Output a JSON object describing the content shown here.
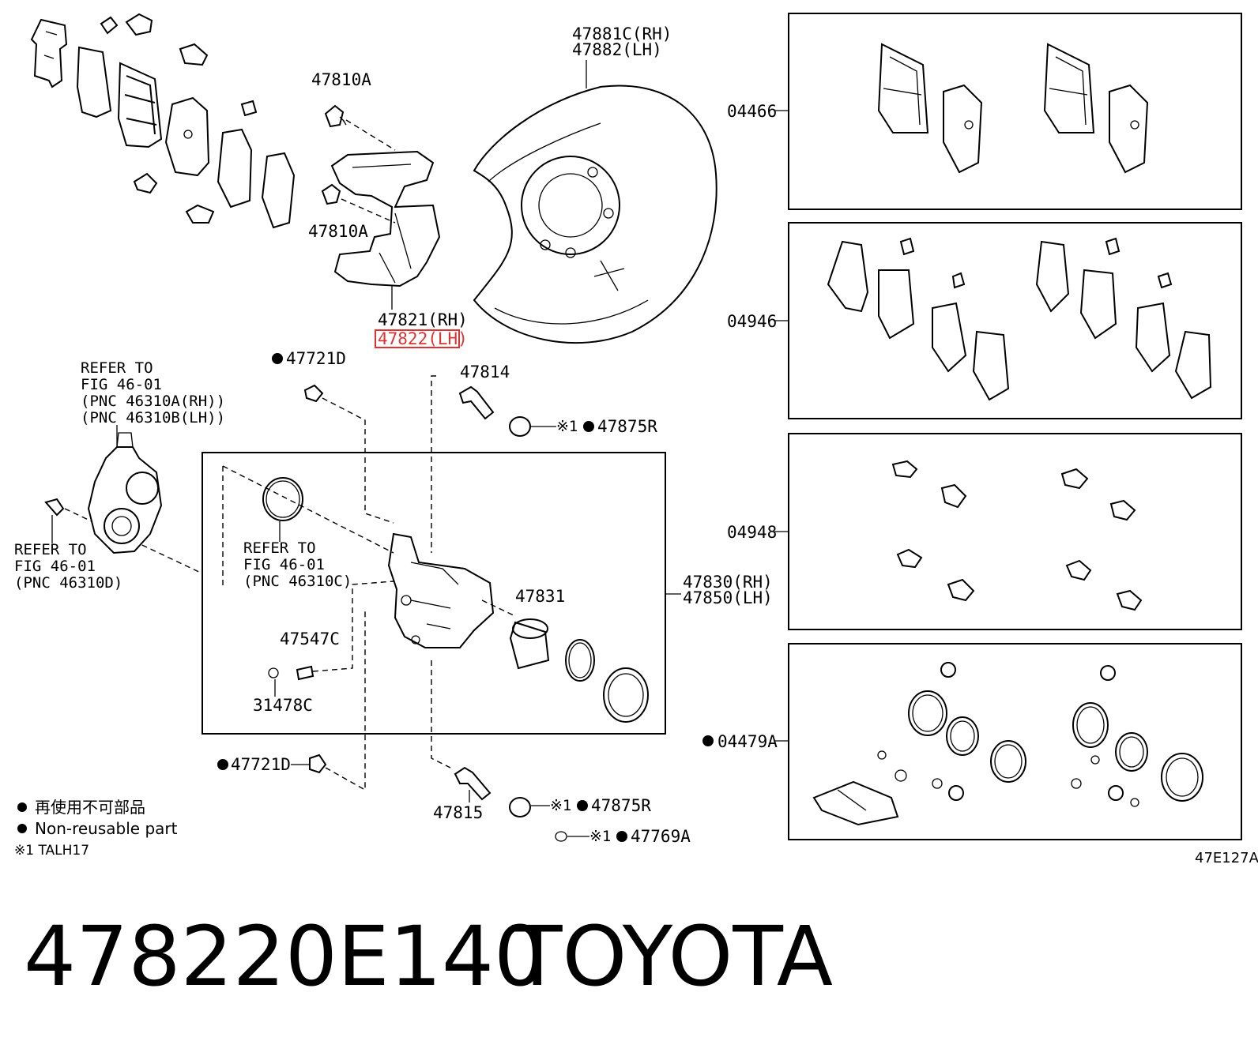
{
  "labels": {
    "p47881C": "47881C(RH)",
    "p47882": "47882(LH)",
    "p47810A_top": "47810A",
    "p47810A_bot": "47810A",
    "p47821": "47821(RH)",
    "p47822": "47822(LH)",
    "p47721D_top": "47721D",
    "p47721D_bot": "47721D",
    "p47814": "47814",
    "p47875R_top": "47875R",
    "p47875R_bot": "47875R",
    "p47831": "47831",
    "p47830": "47830(RH)",
    "p47850": "47850(LH)",
    "p47547C": "47547C",
    "p31478C": "31478C",
    "p47815": "47815",
    "p47769A": "47769A",
    "p04466": "04466",
    "p04946": "04946",
    "p04948": "04948",
    "p04479A": "04479A",
    "mark1": "※1",
    "refer_a": [
      "REFER TO",
      "FIG 46-01",
      "(PNC 46310A(RH))",
      "(PNC 46310B(LH))"
    ],
    "refer_b": [
      "REFER TO",
      "FIG 46-01",
      "(PNC 46310D)"
    ],
    "refer_c": [
      "REFER TO",
      "FIG 46-01",
      "(PNC 46310C)"
    ]
  },
  "legend": {
    "jp": "再使用不可部品",
    "en": "Non-reusable part",
    "note": "※1 TALH17"
  },
  "figure_code": "47E127A",
  "caption": {
    "part_number": "478220E140",
    "brand": "TOYOTA"
  },
  "colors": {
    "highlight": "#dd3333"
  }
}
